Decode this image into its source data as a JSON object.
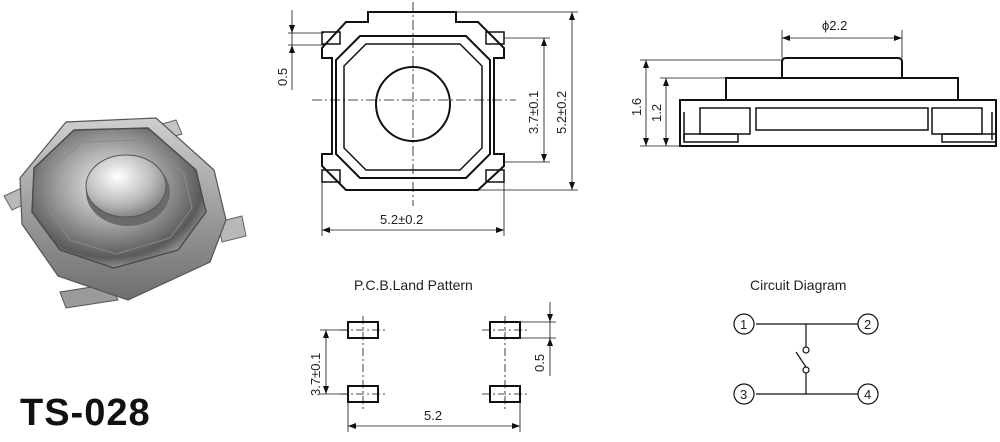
{
  "model": "TS-028",
  "top_view": {
    "dim_pitch": "0.5",
    "dim_inner": "3.7±0.1",
    "dim_body_v": "5.2±0.2",
    "dim_body_h": "5.2±0.2"
  },
  "side_view": {
    "dim_button": "ϕ2.2",
    "dim_total_height": "1.6",
    "dim_body_height": "1.2"
  },
  "pcb": {
    "title": "P.C.B.Land Pattern",
    "dim_vertical": "3.7±0.1",
    "dim_pad": "0.5",
    "dim_horizontal": "5.2"
  },
  "circuit": {
    "title": "Circuit Diagram",
    "pins": [
      "1",
      "2",
      "3",
      "4"
    ]
  }
}
